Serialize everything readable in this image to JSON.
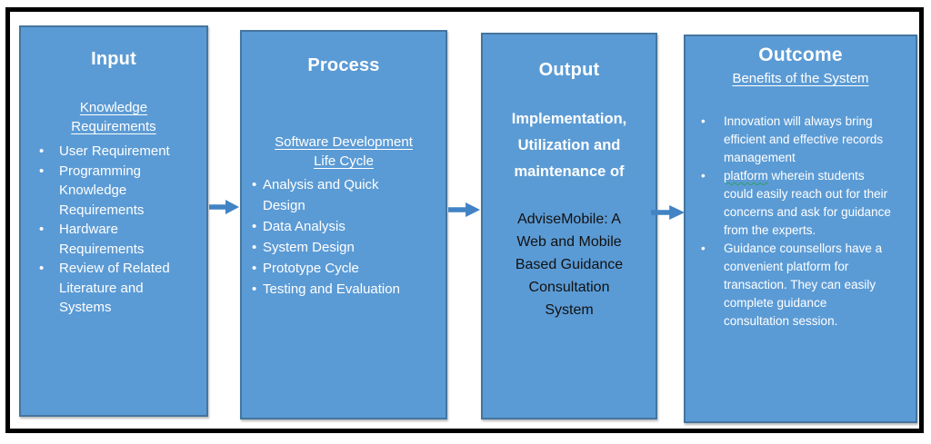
{
  "colors": {
    "page_bg": "#ffffff",
    "frame": "#000000",
    "box_fill": "#5b9bd5",
    "box_border": "#44759e",
    "arrow": "#4183c4",
    "text_light": "#ffffff",
    "text_dark": "#111111",
    "squiggle": "#2f9e63"
  },
  "boxes": {
    "input": {
      "title": "Input",
      "heading": "Knowledge Requirements",
      "bullets": [
        "User Requirement",
        "Programming Knowledge Requirements",
        "Hardware Requirements",
        "Review of Related Literature and Systems"
      ]
    },
    "process": {
      "title": "Process",
      "heading": "Software Development Life Cycle",
      "bullets": [
        "Analysis and Quick Design",
        "Data Analysis",
        "System Design",
        "Prototype Cycle",
        "Testing and Evaluation"
      ]
    },
    "output": {
      "title": "Output",
      "subtitle": "Implementation, Utilization and maintenance of",
      "system_name": "AdviseMobile: A Web and Mobile Based Guidance Consultation System"
    },
    "outcome": {
      "title": "Outcome",
      "heading": "Benefits of the System",
      "bullets": [
        "Innovation will always bring efficient and effective records management",
        {
          "lead": "platform",
          "rest": " wherein students could easily reach out for their concerns and ask for guidance from the experts."
        },
        "Guidance counsellors have a convenient platform for transaction. They can easily complete guidance consultation session."
      ]
    }
  }
}
